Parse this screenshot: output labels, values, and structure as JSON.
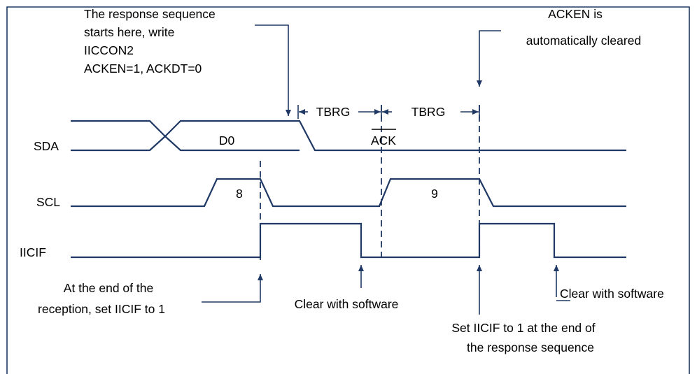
{
  "signals": {
    "sda": "SDA",
    "scl": "SCL",
    "iicif": "IICIF"
  },
  "bits": {
    "d0": "D0",
    "ack": "ACK",
    "scl_pulse_8": "8",
    "scl_pulse_9": "9"
  },
  "intervals": {
    "tbrg_1": "TBRG",
    "tbrg_2": "TBRG"
  },
  "annotations": {
    "response_start": [
      "The response sequence",
      "starts here, write",
      "IICCON2",
      "ACKEN=1, ACKDT=0"
    ],
    "acken_cleared": [
      "ACKEN is",
      "automatically cleared"
    ],
    "reception_end": [
      "At the end of the",
      "reception, set IICIF to 1"
    ],
    "clear_software_1": "Clear with software",
    "clear_software_2": "Clear with software",
    "response_end": [
      "Set IICIF to 1 at the end of",
      "the response sequence"
    ]
  },
  "colors": {
    "line": "#1f3864",
    "text": "#000000",
    "background": "#ffffff"
  }
}
